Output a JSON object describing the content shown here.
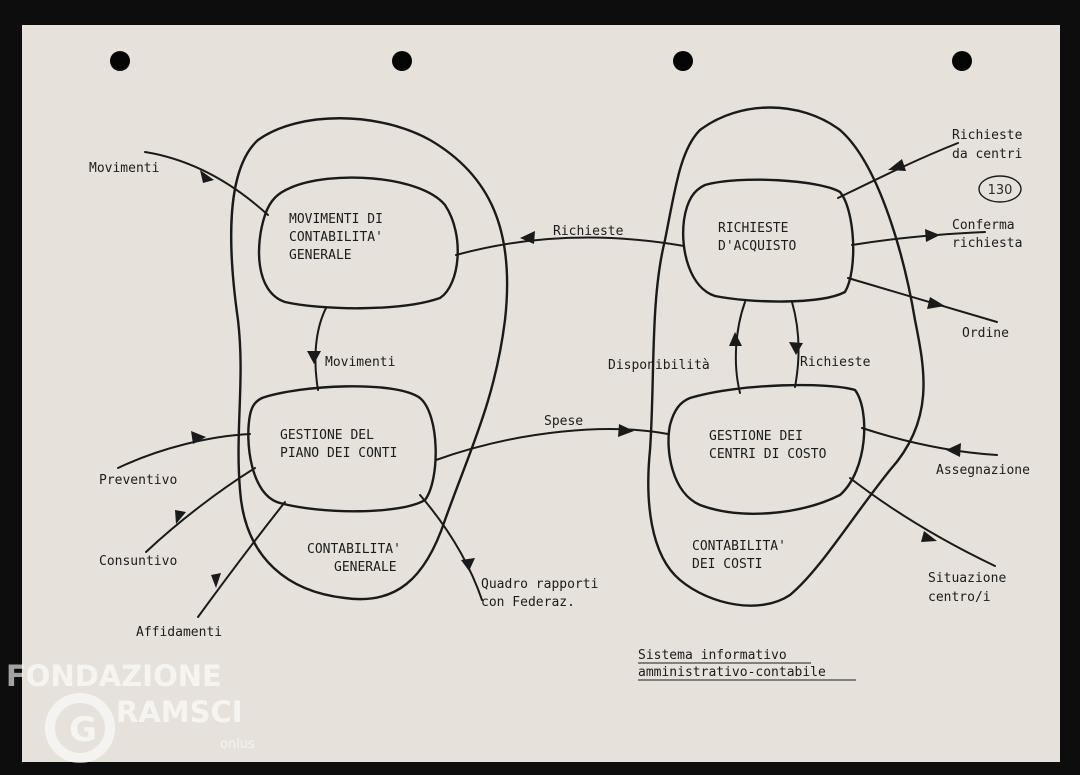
{
  "diagram": {
    "left_group": {
      "node_movimenti": [
        "MOVIMENTI DI",
        "CONTABILITA'",
        "GENERALE"
      ],
      "node_gestione_piano": [
        "GESTIONE DEL",
        "PIANO DEI CONTI"
      ],
      "region_label": [
        "CONTABILITA'",
        "GENERALE"
      ]
    },
    "right_group": {
      "node_richieste": [
        "RICHIESTE",
        "D'ACQUISTO"
      ],
      "node_gestione_centri": [
        "GESTIONE DEI",
        "CENTRI DI COSTO"
      ],
      "region_label": [
        "CONTABILITA'",
        "DEI COSTI"
      ]
    },
    "flows": {
      "movimenti_in": "Movimenti",
      "movimenti_internal": "Movimenti",
      "preventivo": "Preventivo",
      "consuntivo": "Consuntivo",
      "affidamenti": "Affidamenti",
      "quadro": [
        "Quadro rapporti",
        "con Federaz."
      ],
      "richieste_between": "Richieste",
      "spese_between": "Spese",
      "richieste_da_centri": [
        "Richieste",
        "da centri"
      ],
      "conferma_richiesta": [
        "Conferma",
        "richiesta"
      ],
      "ordine": "Ordine",
      "disponibilita": "Disponibilità",
      "richieste_internal": "Richieste",
      "assegnazione": "Assegnazione",
      "situazione": [
        "Situazione",
        "centro/i"
      ]
    },
    "page_number": "130",
    "caption": [
      "Sistema informativo",
      "amministrativo-contabile"
    ]
  },
  "watermark": {
    "line1": "FONDAZIONE",
    "line2": "RAMSCI",
    "badge": "G",
    "sub": "onlus"
  }
}
